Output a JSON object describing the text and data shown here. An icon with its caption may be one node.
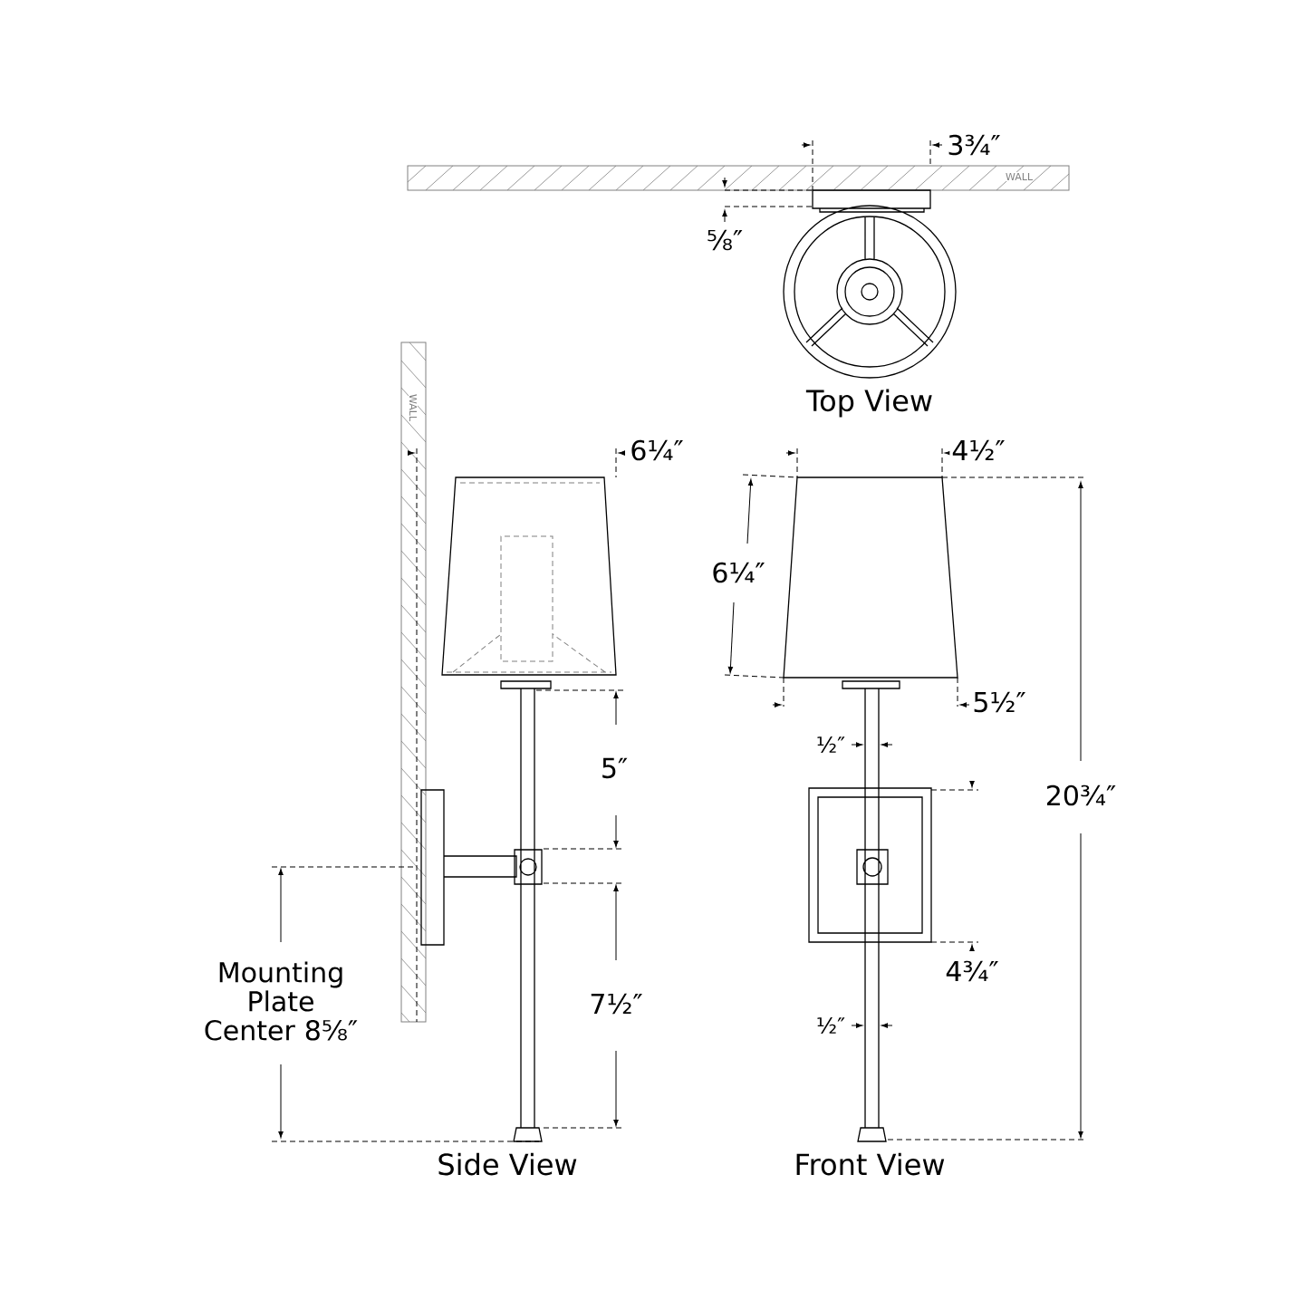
{
  "diagram": {
    "labels": [
      "3¾″",
      "WALL",
      "⅝″",
      "Top View",
      "WALL",
      "6¼″",
      "4½″",
      "6¼″",
      "5½″",
      "½″",
      "5″",
      "20¾″",
      "Mounting Plate Center 8⅝″",
      "4¾″",
      "7½″",
      "½″",
      "Side View",
      "Front View"
    ]
  }
}
